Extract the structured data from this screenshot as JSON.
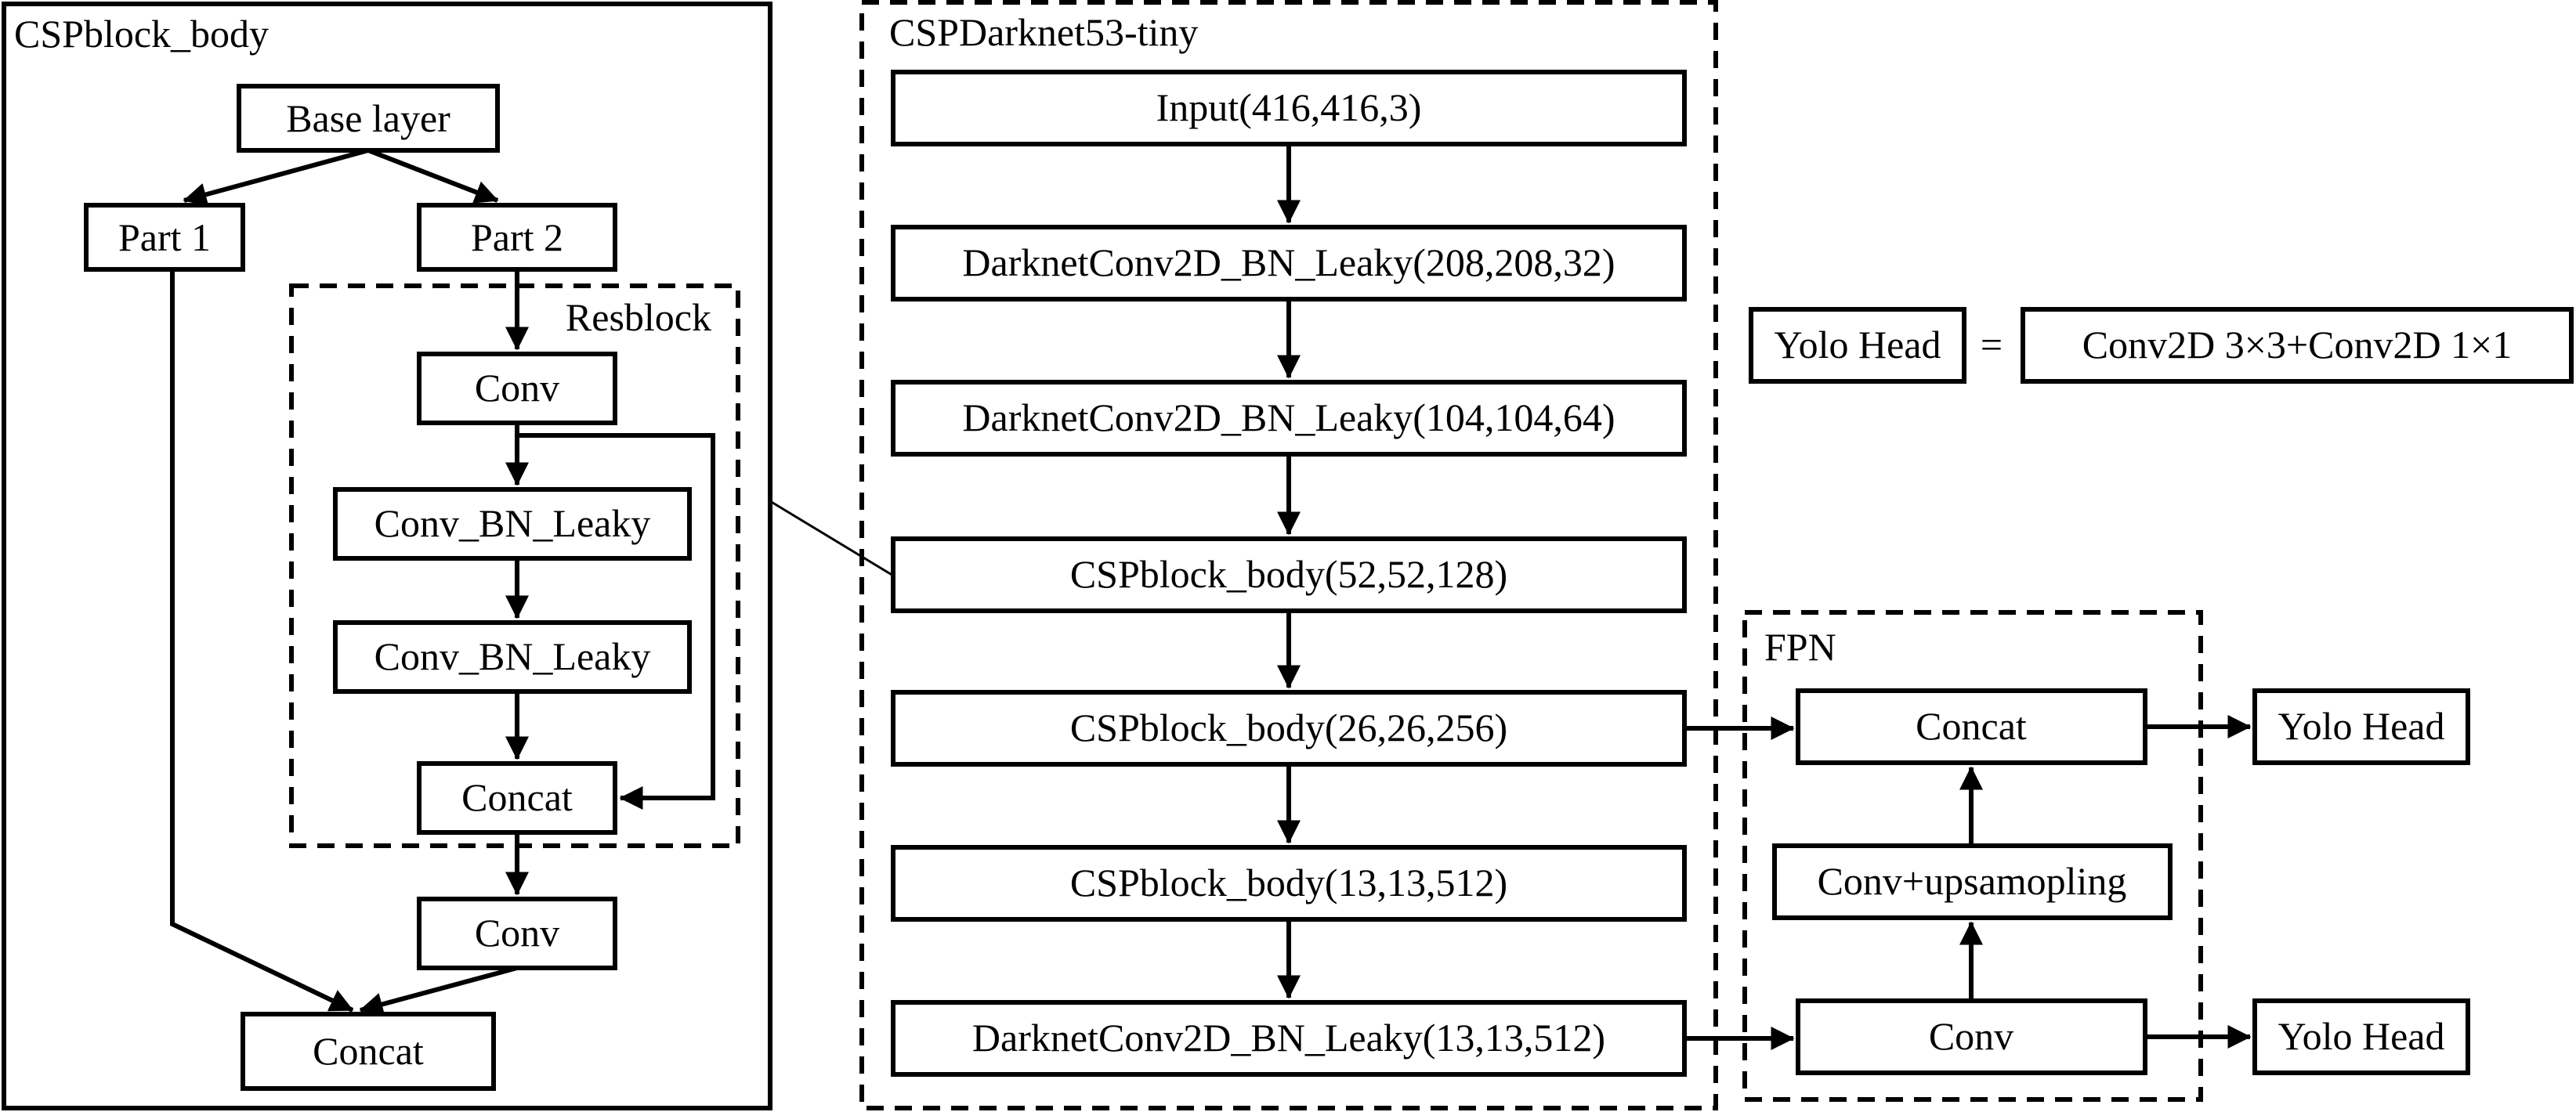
{
  "csp_block": {
    "title": "CSPblock_body",
    "base_layer": "Base layer",
    "part1": "Part 1",
    "part2": "Part 2",
    "resblock_title": "Resblock",
    "res_conv": "Conv",
    "conv_bn_leaky_1": "Conv_BN_Leaky",
    "conv_bn_leaky_2": "Conv_BN_Leaky",
    "res_concat": "Concat",
    "conv": "Conv",
    "concat": "Concat"
  },
  "backbone": {
    "title": "CSPDarknet53-tiny",
    "layers": [
      "Input(416,416,3)",
      "DarknetConv2D_BN_Leaky(208,208,32)",
      "DarknetConv2D_BN_Leaky(104,104,64)",
      "CSPblock_body(52,52,128)",
      "CSPblock_body(26,26,256)",
      "CSPblock_body(13,13,512)",
      "DarknetConv2D_BN_Leaky(13,13,512)"
    ]
  },
  "legend": {
    "yolo_head": "Yolo Head",
    "equals": "=",
    "definition": "Conv2D 3×3+Conv2D 1×1"
  },
  "fpn": {
    "title": "FPN",
    "concat": "Concat",
    "upsample": "Conv+upsamopling",
    "conv": "Conv"
  },
  "heads": {
    "head_top": "Yolo Head",
    "head_bottom": "Yolo Head"
  }
}
